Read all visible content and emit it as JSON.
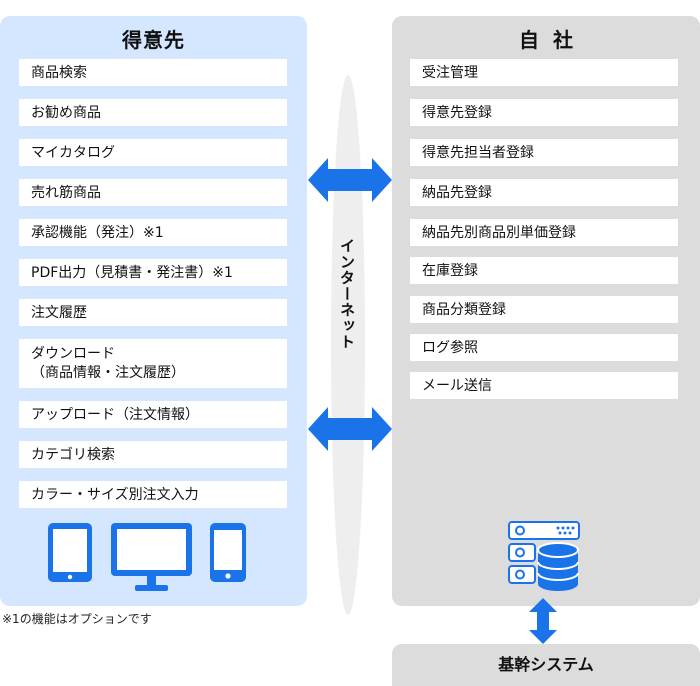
{
  "left_panel": {
    "title": "得意先",
    "items": [
      "商品検索",
      "お勧め商品",
      "マイカタログ",
      "売れ筋商品",
      "承認機能（発注）※1",
      "PDF出力（見積書・発注書）※1",
      "注文履歴",
      "ダウンロード\n（商品情報・注文履歴）",
      "アップロード（注文情報）",
      "カテゴリ検索",
      "カラー・サイズ別注文入力"
    ],
    "devices": [
      "tablet-icon",
      "desktop-monitor-icon",
      "smartphone-icon"
    ]
  },
  "right_panel": {
    "title": "自社",
    "items": [
      "受注管理",
      "得意先登録",
      "得意先担当者登録",
      "納品先登録",
      "納品先別商品別単価登録",
      "在庫登録",
      "商品分類登録",
      "ログ参照",
      "メール送信"
    ],
    "server_icon": "server-database-icon"
  },
  "internet_label": "インターネット",
  "core_system": "基幹システム",
  "footnote": "※1の機能はオプションです",
  "colors": {
    "left_panel_bg": "#d4e7ff",
    "right_panel_bg": "#dcdcdc",
    "arrow_blue": "#1a73e8",
    "internet_bg": "#eeeeee"
  }
}
